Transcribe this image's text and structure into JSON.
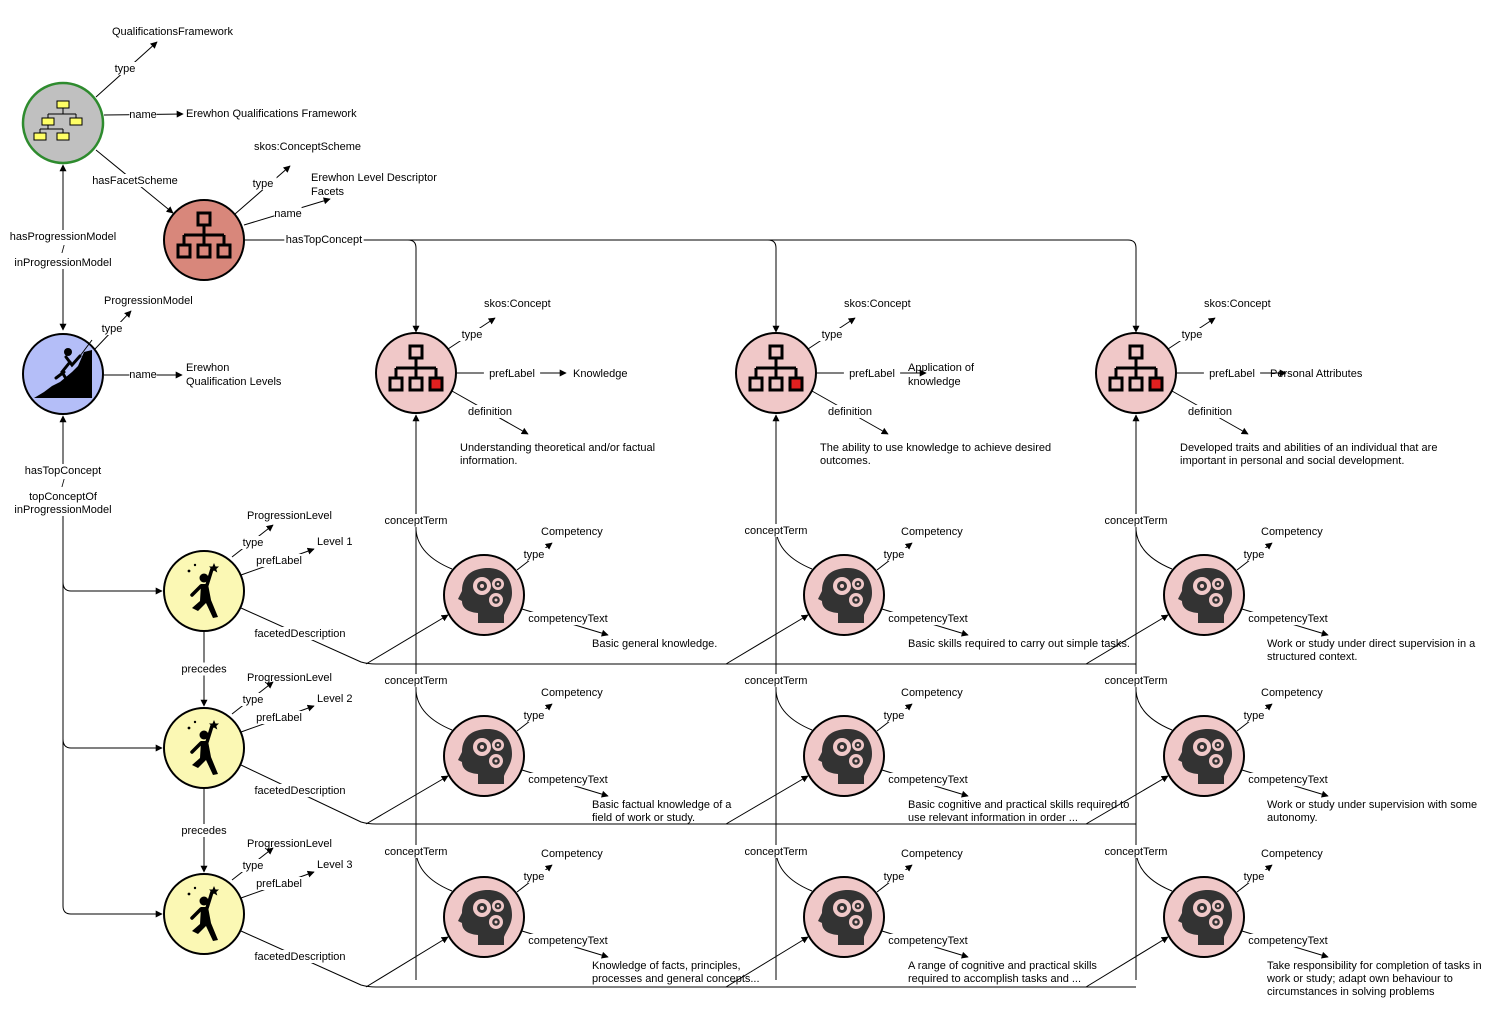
{
  "colors": {
    "framework_fill": "#c0c0c0",
    "framework_stroke": "#2e8b2e",
    "scheme_fill": "#d8877b",
    "concept_fill": "#f0c8c8",
    "progression_fill": "#b4bef8",
    "level_fill": "#fbf8b4",
    "accent_red": "#e02020",
    "icon_dark": "#333333"
  },
  "framework": {
    "icon": "org-chart-icon",
    "type_label": "type",
    "type_value": "QualificationsFramework",
    "name_label": "name",
    "name_value": "Erewhon Qualifications Framework",
    "facet_scheme_label": "hasFacetScheme",
    "progression_label_1": "hasProgressionModel",
    "progression_label_sep": "/",
    "progression_label_2": "inProgressionModel"
  },
  "facet_scheme": {
    "icon": "hierarchy-icon",
    "type_label": "type",
    "type_value": "skos:ConceptScheme",
    "name_label": "name",
    "name_line1": "Erewhon Level Descriptor",
    "name_line2": "Facets",
    "top_concept_label": "hasTopConcept"
  },
  "progression_model": {
    "icon": "climber-icon",
    "type_label": "type",
    "type_value": "ProgressionModel",
    "name_label": "name",
    "name_line1": "Erewhon",
    "name_line2": "Qualification Levels",
    "top_label_1": "hasTopConcept",
    "top_label_sep": "/",
    "top_label_2": "topConceptOf",
    "top_label_3": "inProgressionModel"
  },
  "concepts": [
    {
      "type_label": "type",
      "type_value": "skos:Concept",
      "pref_label": "prefLabel",
      "label_line1": "Knowledge",
      "label_line2": "",
      "definition_label": "definition",
      "def_line1": "Understanding theoretical and/or factual",
      "def_line2": "information."
    },
    {
      "type_label": "type",
      "type_value": "skos:Concept",
      "pref_label": "prefLabel",
      "label_line1": "Application of",
      "label_line2": "knowledge",
      "definition_label": "definition",
      "def_line1": "The ability to use knowledge to achieve desired",
      "def_line2": "outcomes."
    },
    {
      "type_label": "type",
      "type_value": "skos:Concept",
      "pref_label": "prefLabel",
      "label_line1": "Personal Attributes",
      "label_line2": "",
      "definition_label": "definition",
      "def_line1": "Developed traits and abilities of an individual that are",
      "def_line2": "important in personal and social development."
    }
  ],
  "levels": [
    {
      "type_label": "type",
      "type_value": "ProgressionLevel",
      "pref_label": "prefLabel",
      "label": "Level 1",
      "faceted_label": "facetedDescription",
      "precedes_label": "precedes"
    },
    {
      "type_label": "type",
      "type_value": "ProgressionLevel",
      "pref_label": "prefLabel",
      "label": "Level 2",
      "faceted_label": "facetedDescription",
      "precedes_label": "precedes"
    },
    {
      "type_label": "type",
      "type_value": "ProgressionLevel",
      "pref_label": "prefLabel",
      "label": "Level 3",
      "faceted_label": "facetedDescription"
    }
  ],
  "competency_labels": {
    "concept_term": "conceptTerm",
    "type_label": "type",
    "type_value": "Competency",
    "text_label": "competencyText"
  },
  "competencies": [
    [
      {
        "lines": [
          "Basic general knowledge."
        ]
      },
      {
        "lines": [
          "Basic skills required to carry out simple tasks."
        ]
      },
      {
        "lines": [
          "Work or study under direct supervision in a",
          "structured context."
        ]
      }
    ],
    [
      {
        "lines": [
          "Basic factual knowledge of a",
          "field of work or study."
        ]
      },
      {
        "lines": [
          "Basic cognitive and practical skills required to",
          "use relevant information in order ..."
        ]
      },
      {
        "lines": [
          "Work or study under supervision with some",
          "autonomy."
        ]
      }
    ],
    [
      {
        "lines": [
          "Knowledge of facts, principles,",
          "processes and general concepts..."
        ]
      },
      {
        "lines": [
          "A range of cognitive and practical skills",
          "required to accomplish tasks and ..."
        ]
      },
      {
        "lines": [
          "Take responsibility for completion of tasks in",
          "work or study; adapt own behaviour to",
          "circumstances in solving problems"
        ]
      }
    ]
  ]
}
